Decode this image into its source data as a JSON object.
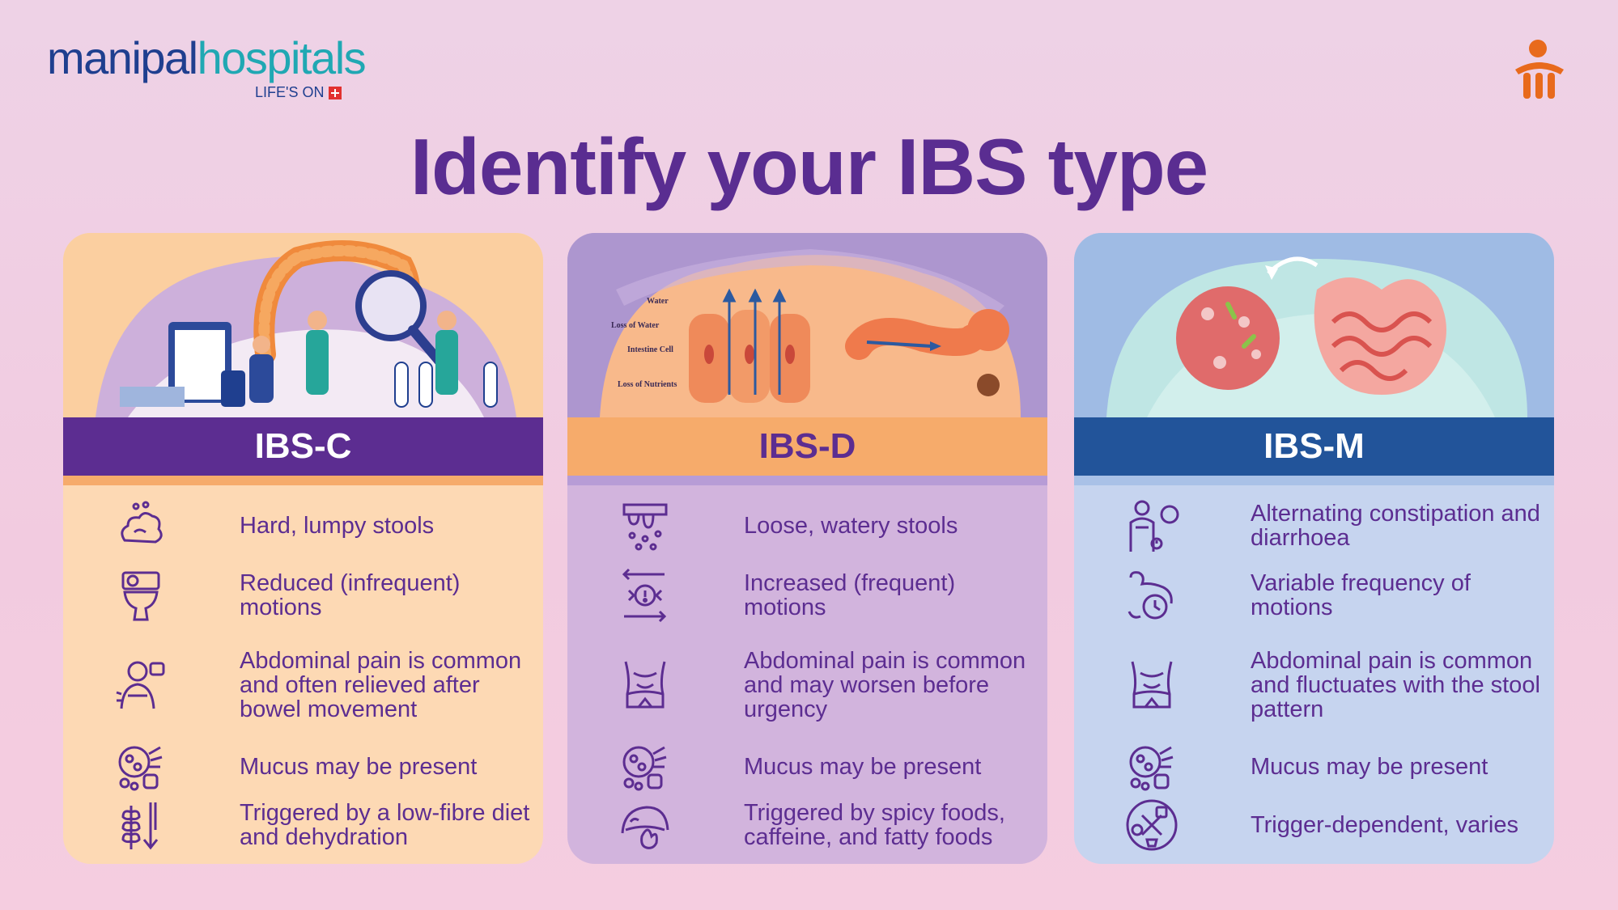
{
  "logo": {
    "part1": "manipal",
    "part2": "hospitals",
    "tagline": "LIFE'S ON"
  },
  "title": "Identify your IBS type",
  "colors": {
    "purple": "#5c2d91",
    "orange": "#f6ab6b",
    "blue": "#22549a",
    "teal": "#20a8b3"
  },
  "cards": [
    {
      "label": "IBS-C",
      "hero_labels": [],
      "rows": [
        {
          "icon": "lumpy-stool-icon",
          "text": "Hard, lumpy stools"
        },
        {
          "icon": "toilet-clock-icon",
          "text": "Reduced (infrequent) motions"
        },
        {
          "icon": "abdominal-pain-person-icon",
          "text": "Abdominal pain is common and often relieved after bowel movement"
        },
        {
          "icon": "mucus-icon",
          "text": "Mucus may be present"
        },
        {
          "icon": "low-fibre-wheat-icon",
          "text": "Triggered by a low-fibre diet and dehydration"
        }
      ]
    },
    {
      "label": "IBS-D",
      "hero_labels": [
        "Water",
        "Loss of Water",
        "Intestine Cell",
        "Loss of Nutrients"
      ],
      "rows": [
        {
          "icon": "watery-stool-icon",
          "text": "Loose, watery stools"
        },
        {
          "icon": "frequent-motion-icon",
          "text": "Increased (frequent) motions"
        },
        {
          "icon": "abdomen-icon",
          "text": "Abdominal pain is common and may worsen before urgency"
        },
        {
          "icon": "mucus-icon",
          "text": "Mucus may be present"
        },
        {
          "icon": "spicy-food-icon",
          "text": "Triggered by spicy foods, caffeine, and fatty foods"
        }
      ]
    },
    {
      "label": "IBS-M",
      "hero_labels": [],
      "rows": [
        {
          "icon": "person-toilet-icon",
          "text": "Alternating constipation and diarrhoea"
        },
        {
          "icon": "variable-frequency-icon",
          "text": "Variable frequency of motions"
        },
        {
          "icon": "abdomen-icon",
          "text": "Abdominal pain is common and fluctuates with the stool pattern"
        },
        {
          "icon": "mucus-icon",
          "text": "Mucus may be present"
        },
        {
          "icon": "trigger-foods-icon",
          "text": "Trigger-dependent, varies"
        }
      ]
    }
  ]
}
